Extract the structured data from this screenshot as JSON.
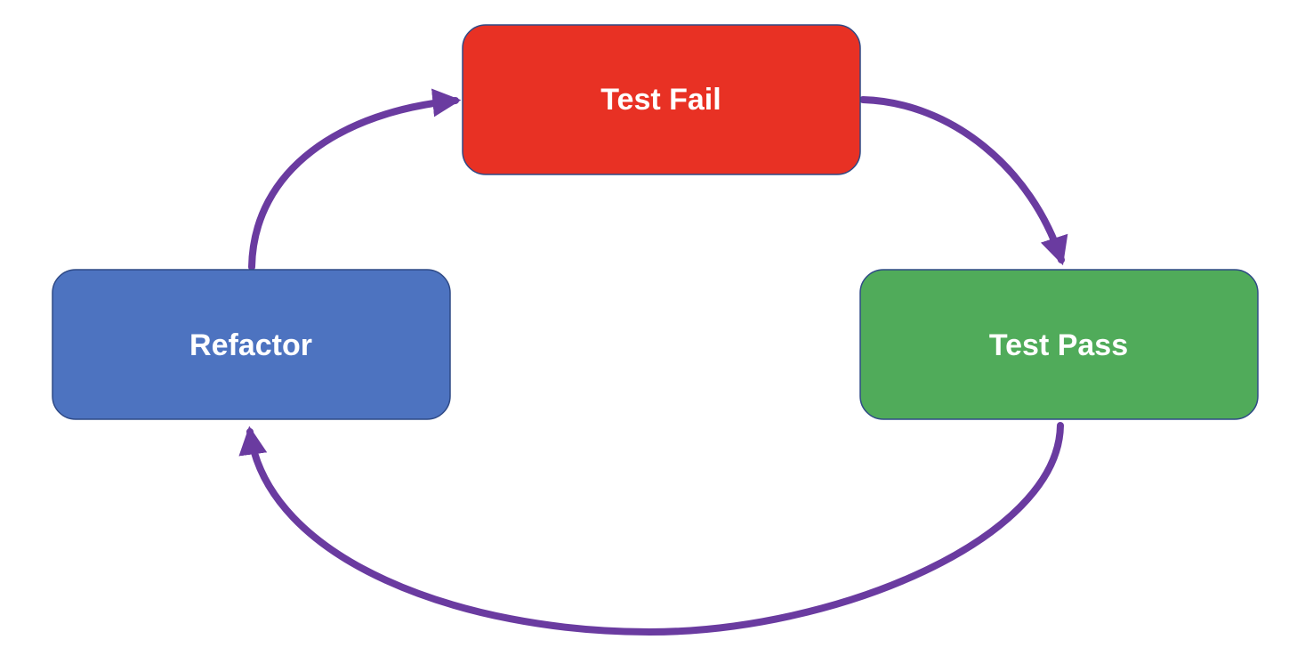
{
  "diagram": {
    "nodes": [
      {
        "id": "test-fail",
        "label": "Test Fail",
        "fill": "#E83124",
        "stroke": "#2F4A86"
      },
      {
        "id": "test-pass",
        "label": "Test Pass",
        "fill": "#50AB5A",
        "stroke": "#2F4A86"
      },
      {
        "id": "refactor",
        "label": "Refactor",
        "fill": "#4D73C0",
        "stroke": "#2F4A86"
      }
    ],
    "edges": [
      {
        "from": "test-fail",
        "to": "test-pass"
      },
      {
        "from": "test-pass",
        "to": "refactor"
      },
      {
        "from": "refactor",
        "to": "test-fail"
      }
    ],
    "arrow_color": "#6A3BA0"
  }
}
